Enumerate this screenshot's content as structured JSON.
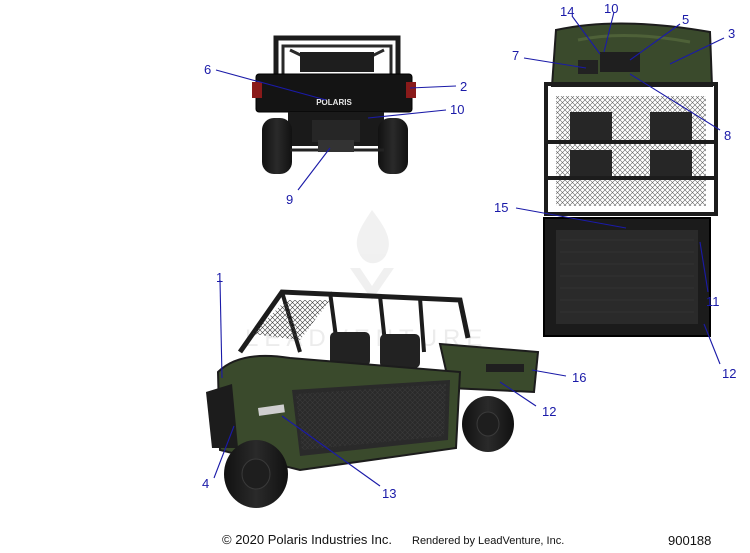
{
  "footer": {
    "copyright": "© 2020 Polaris Industries Inc.",
    "rendered_by": "Rendered by LeadVenture, Inc.",
    "part_number": "900188"
  },
  "watermark": {
    "text": "LEADVENTURE"
  },
  "vehicle": {
    "rear_badge": "POLARIS"
  },
  "callouts": {
    "c1": "1",
    "c2": "2",
    "c3": "3",
    "c4": "4",
    "c5": "5",
    "c6": "6",
    "c7": "7",
    "c8": "8",
    "c9": "9",
    "c10a": "10",
    "c10b": "10",
    "c11": "11",
    "c12a": "12",
    "c12b": "12",
    "c13": "13",
    "c14": "14",
    "c15": "15",
    "c16": "16"
  },
  "colors": {
    "callout": "#1a1aa8",
    "body_green": "#3a4a2c",
    "frame_black": "#1c1c1c"
  }
}
